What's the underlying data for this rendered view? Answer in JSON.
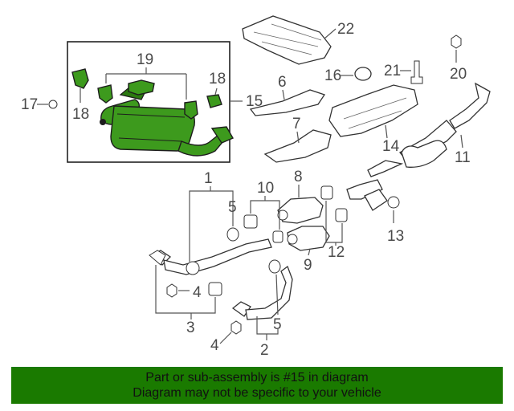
{
  "callouts": {
    "c1": "1",
    "c2": "2",
    "c3": "3",
    "c4a": "4",
    "c4b": "4",
    "c5a": "5",
    "c5b": "5",
    "c6": "6",
    "c7": "7",
    "c8": "8",
    "c9": "9",
    "c10": "10",
    "c11": "11",
    "c12": "12",
    "c13": "13",
    "c14": "14",
    "c15": "15",
    "c16": "16",
    "c17": "17",
    "c18a": "18",
    "c18b": "18",
    "c19": "19",
    "c20": "20",
    "c21": "21",
    "c22": "22"
  },
  "colors": {
    "highlight": "#3d9a1d",
    "banner": "#1a7a00"
  },
  "banner": {
    "line1": "Part or sub-assembly is #15 in diagram",
    "line2": "Diagram may not be specific to your vehicle"
  }
}
